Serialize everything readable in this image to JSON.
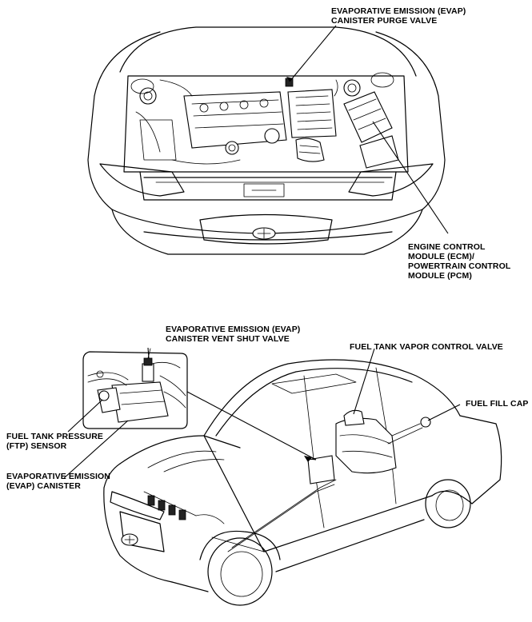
{
  "labels": {
    "evap_purge_valve": [
      "EVAPORATIVE EMISSION (EVAP)",
      "CANISTER PURGE VALVE"
    ],
    "ecm_pcm": [
      "ENGINE CONTROL",
      "MODULE (ECM)/",
      "POWERTRAIN CONTROL",
      "MODULE (PCM)"
    ],
    "evap_vent_shut_valve": [
      "EVAPORATIVE EMISSION (EVAP)",
      "CANISTER VENT SHUT VALVE"
    ],
    "fuel_tank_vapor_control_valve": [
      "FUEL TANK VAPOR CONTROL VALVE"
    ],
    "fuel_fill_cap": [
      "FUEL FILL CAP"
    ],
    "ftp_sensor": [
      "FUEL TANK PRESSURE",
      "(FTP) SENSOR"
    ],
    "evap_canister": [
      "EVAPORATIVE EMISSION",
      "(EVAP) CANISTER"
    ]
  }
}
